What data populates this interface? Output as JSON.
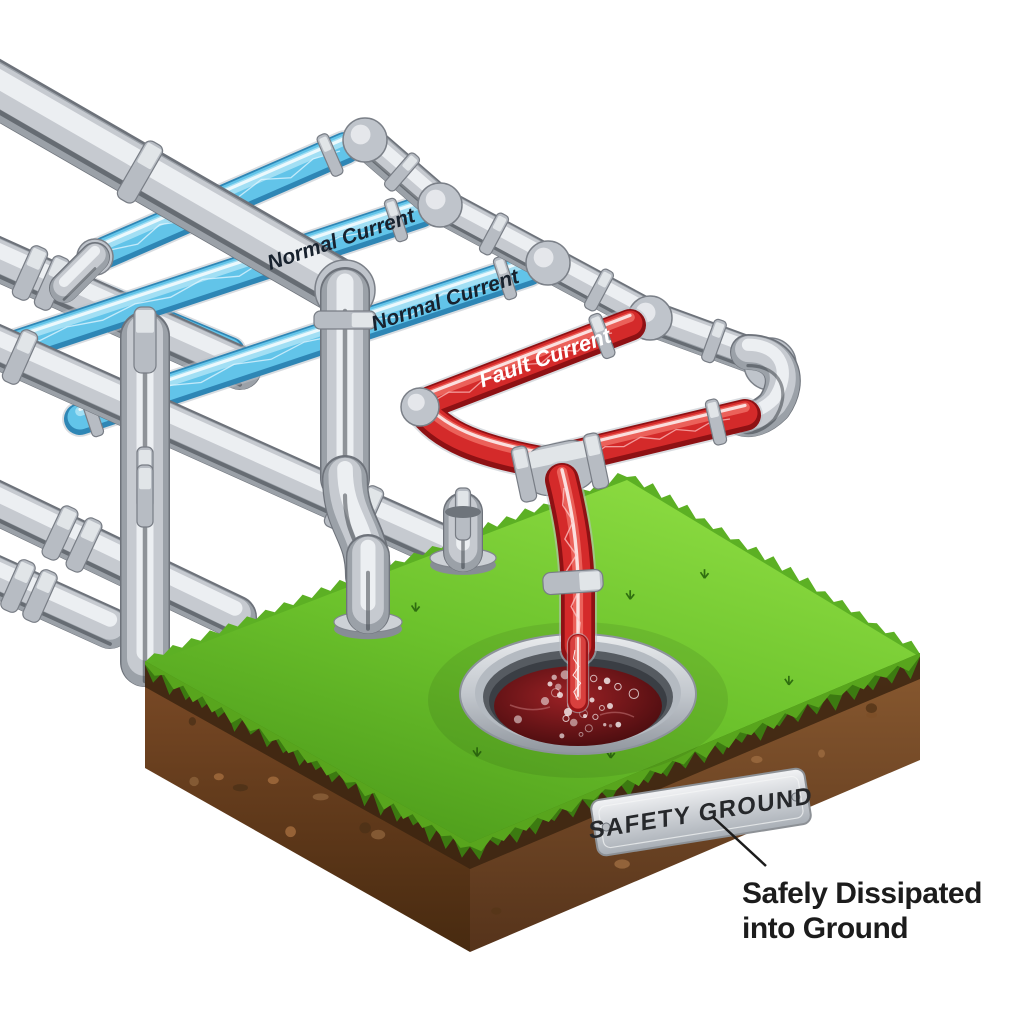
{
  "labels": {
    "normal_current": "Normal Current",
    "fault_current": "Fault Current",
    "ground_plaque": "SAFETY GROUND",
    "caption_line1": "Safely Dissipated",
    "caption_line2": "into Ground"
  },
  "colors": {
    "normal_current": "#62c4e9",
    "fault_current": "#d42a2a",
    "pipe_metal": "#c6cad0",
    "grass": "#6abf2e",
    "soil": "#6b4423",
    "pool": "#6b1116",
    "label_dark": "#18222e",
    "label_light": "#ffffff",
    "caption_text": "#1c1c1c",
    "plaque_text": "#26282b"
  }
}
